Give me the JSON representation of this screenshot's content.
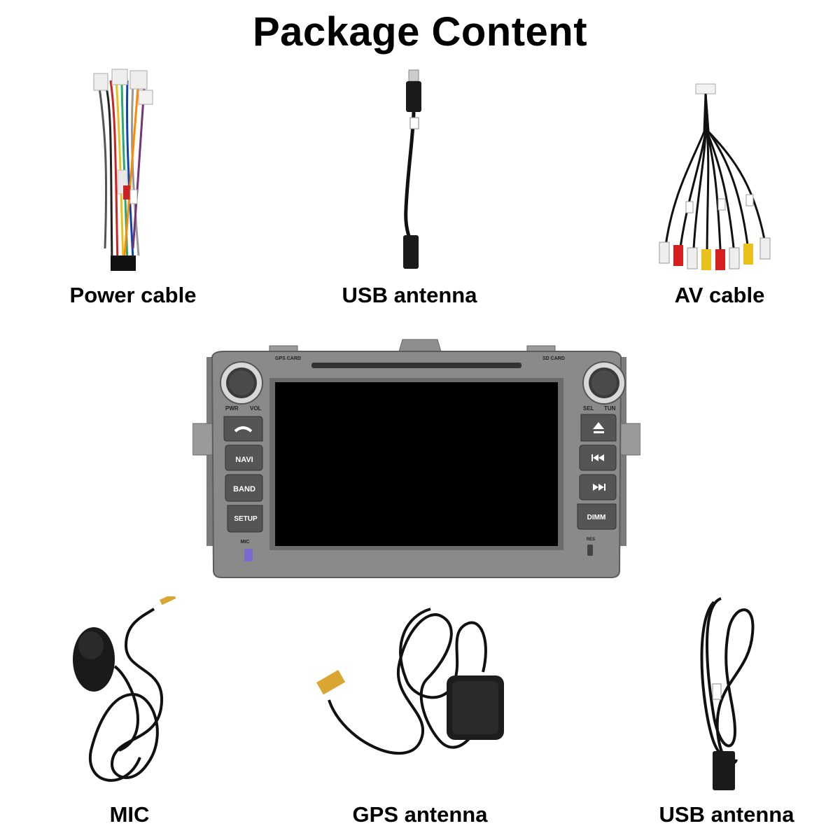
{
  "title": "Package Content",
  "items": [
    {
      "label": "Power cable"
    },
    {
      "label": "USB antenna"
    },
    {
      "label": "AV cable"
    },
    {
      "label": "MIC"
    },
    {
      "label": "GPS antenna"
    },
    {
      "label": "USB antenna"
    }
  ],
  "head_unit": {
    "top_labels": {
      "gps_card": "GPS CARD",
      "sd_card": "SD CARD"
    },
    "knob_labels": {
      "pwr": "PWR",
      "vol": "VOL",
      "sel": "SEL",
      "tun": "TUN"
    },
    "left_buttons": [
      "NAVI",
      "BAND",
      "SETUP"
    ],
    "right_buttons": [
      "DIMM"
    ],
    "mic_label": "MIC",
    "res_label": "RES"
  },
  "colors": {
    "panel": "#8a8a8a",
    "panel_dark": "#6e6e6e",
    "screen": "#000000",
    "connector_red": "#d62020",
    "connector_yellow": "#e8c21a",
    "gold": "#d9a632",
    "usb_purple": "#7b6bd1"
  }
}
